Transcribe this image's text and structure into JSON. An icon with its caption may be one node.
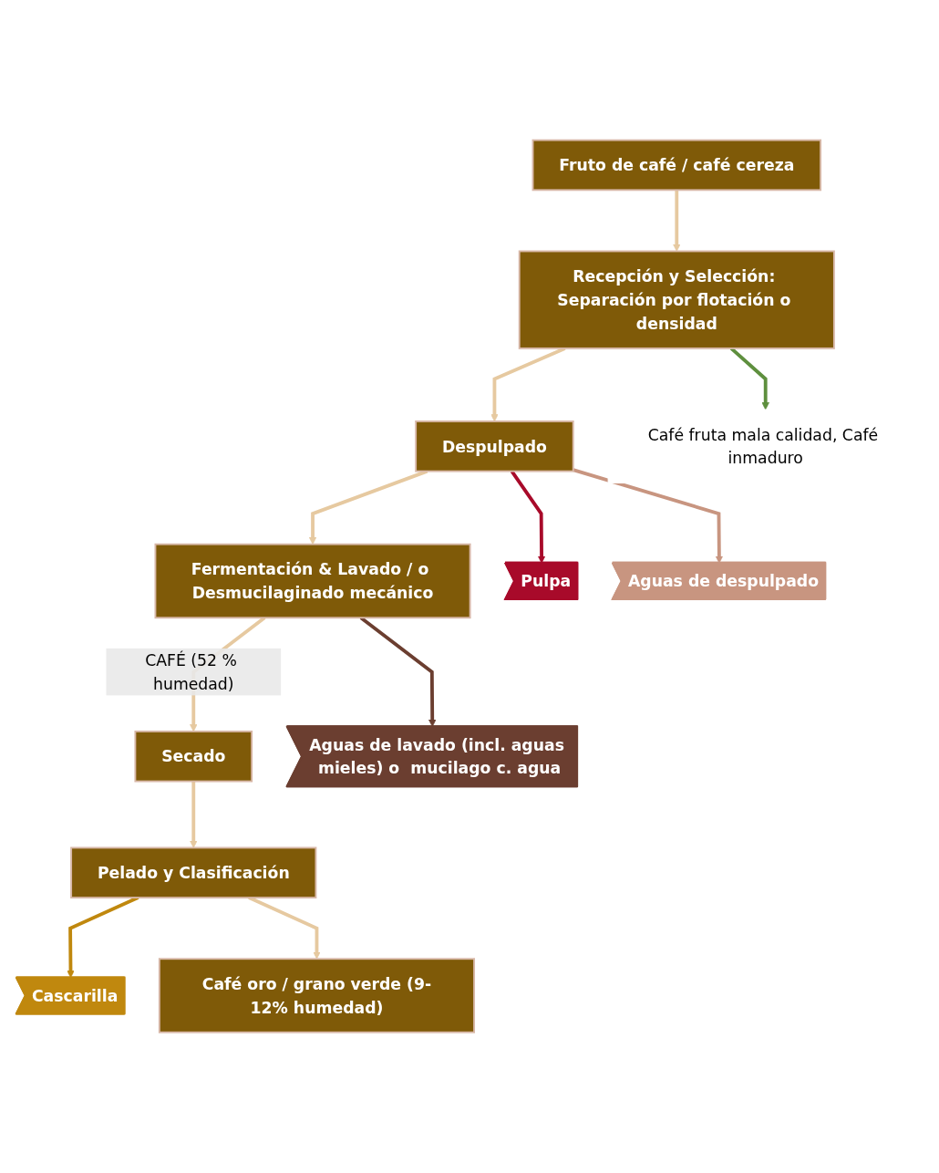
{
  "diagram": {
    "nodes": [
      {
        "text": [
          "Fruto de café / café cereza"
        ]
      },
      {
        "text": [
          "Recepción y Selección: Separación por flotación o densidad"
        ]
      },
      {
        "text": [
          "Café fruta mala calidad, Café inmaduro"
        ]
      },
      {
        "text": [
          "Despulpado"
        ]
      },
      {
        "text": [
          "Pulpa"
        ]
      },
      {
        "text": [
          "Aguas de despulpado"
        ]
      },
      {
        "text": [
          "Fermentación & Lavado / o Desmucilaginado mecánico"
        ]
      },
      {
        "text": [
          "Aguas de lavado (incl. aguas mieles) o  mucilago c. agua"
        ]
      },
      {
        "text": [
          "Secado"
        ]
      },
      {
        "text": [
          "Pelado y Clasificación"
        ]
      },
      {
        "text": [
          "Cascarilla"
        ]
      },
      {
        "text": [
          "Café oro / grano verde (9-12% humedad)"
        ]
      }
    ],
    "edges": [
      {
        "from": 0,
        "to": 1,
        "arrow": "to"
      },
      {
        "from": 1,
        "to": 2,
        "arrow": "to",
        "color": "#5e8f3e"
      },
      {
        "from": 1,
        "to": 3,
        "arrow": "to"
      },
      {
        "from": 3,
        "to": 4,
        "arrow": "to",
        "color": "#a80a2a"
      },
      {
        "from": 3,
        "to": 5,
        "arrow": "to",
        "color": "#c89580"
      },
      {
        "from": 3,
        "to": 6,
        "arrow": "to"
      },
      {
        "from": 6,
        "to": 7,
        "arrow": "to",
        "color": "#6b3e30"
      },
      {
        "from": 6,
        "to": 8,
        "arrow": "to",
        "label": "CAFÉ (52 % humedad)"
      },
      {
        "from": 8,
        "to": 9,
        "arrow": "to"
      },
      {
        "from": 9,
        "to": 10,
        "arrow": "to",
        "color": "#c0880e"
      },
      {
        "from": 9,
        "to": 11,
        "arrow": "to"
      }
    ]
  }
}
